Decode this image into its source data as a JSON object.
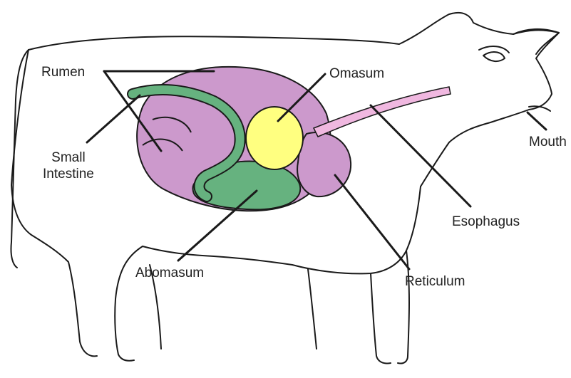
{
  "colors": {
    "outline": "#1a1a1a",
    "rumen_reticulum": "#cc99cc",
    "abomasum_intestine": "#66b27f",
    "omasum": "#ffff80",
    "esophagus": "#f0b8e0",
    "background": "#ffffff"
  },
  "labels": {
    "rumen": "Rumen",
    "omasum": "Omasum",
    "mouth": "Mouth",
    "small_intestine_line1": "Small",
    "small_intestine_line2": "Intestine",
    "esophagus": "Esophagus",
    "abomasum": "Abomasum",
    "reticulum": "Reticulum"
  }
}
